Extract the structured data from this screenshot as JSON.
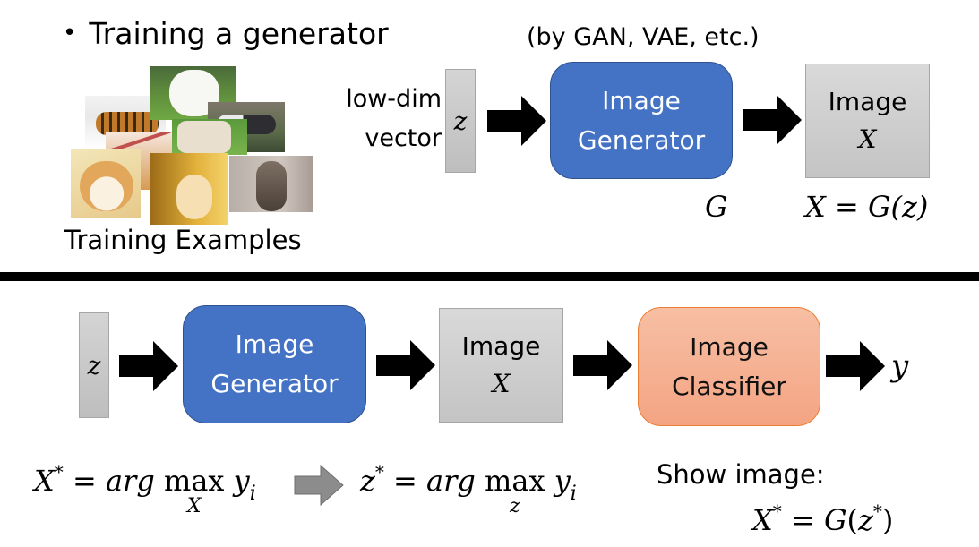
{
  "top": {
    "bullet": "•",
    "title": "Training a generator",
    "note": "(by GAN, VAE, etc.)",
    "training_caption": "Training Examples",
    "training_images": [
      "tiger",
      "samoyed-dog",
      "tapir",
      "alpaca",
      "cat-orange",
      "shiba-doge",
      "kitten",
      "wolf"
    ],
    "lowdim_line1": "low-dim",
    "lowdim_line2": "vector",
    "z_label": "z",
    "generator_line1": "Image",
    "generator_line2": "Generator",
    "generator_symbol": "G",
    "image_line1": "Image",
    "image_symbol": "X",
    "equation": "X = G(z)",
    "colors": {
      "generator": "#4472c4",
      "box_gray": "#c8c8c8"
    }
  },
  "bottom": {
    "z_label": "z",
    "generator_line1": "Image",
    "generator_line2": "Generator",
    "image_line1": "Image",
    "image_symbol": "X",
    "classifier_line1": "Image",
    "classifier_line2": "Classifier",
    "output_symbol": "y",
    "eq1": {
      "lhs": "X",
      "star": "*",
      "eq": "=",
      "arg": "arg",
      "max": "max",
      "under": "X",
      "y": "y",
      "i": "i"
    },
    "eq2": {
      "lhs": "z",
      "star": "*",
      "eq": "=",
      "arg": "arg",
      "max": "max",
      "under": "z",
      "y": "y",
      "i": "i"
    },
    "show_label": "Show image:",
    "show_eq": {
      "lhs": "X",
      "star": "*",
      "eq": "=",
      "g": "G",
      "open": "(",
      "z": "z",
      "zstar": "*",
      "close": ")"
    },
    "colors": {
      "classifier": "#f4b196",
      "classifier_border": "#ed7d31",
      "implication_arrow": "#808080"
    }
  }
}
